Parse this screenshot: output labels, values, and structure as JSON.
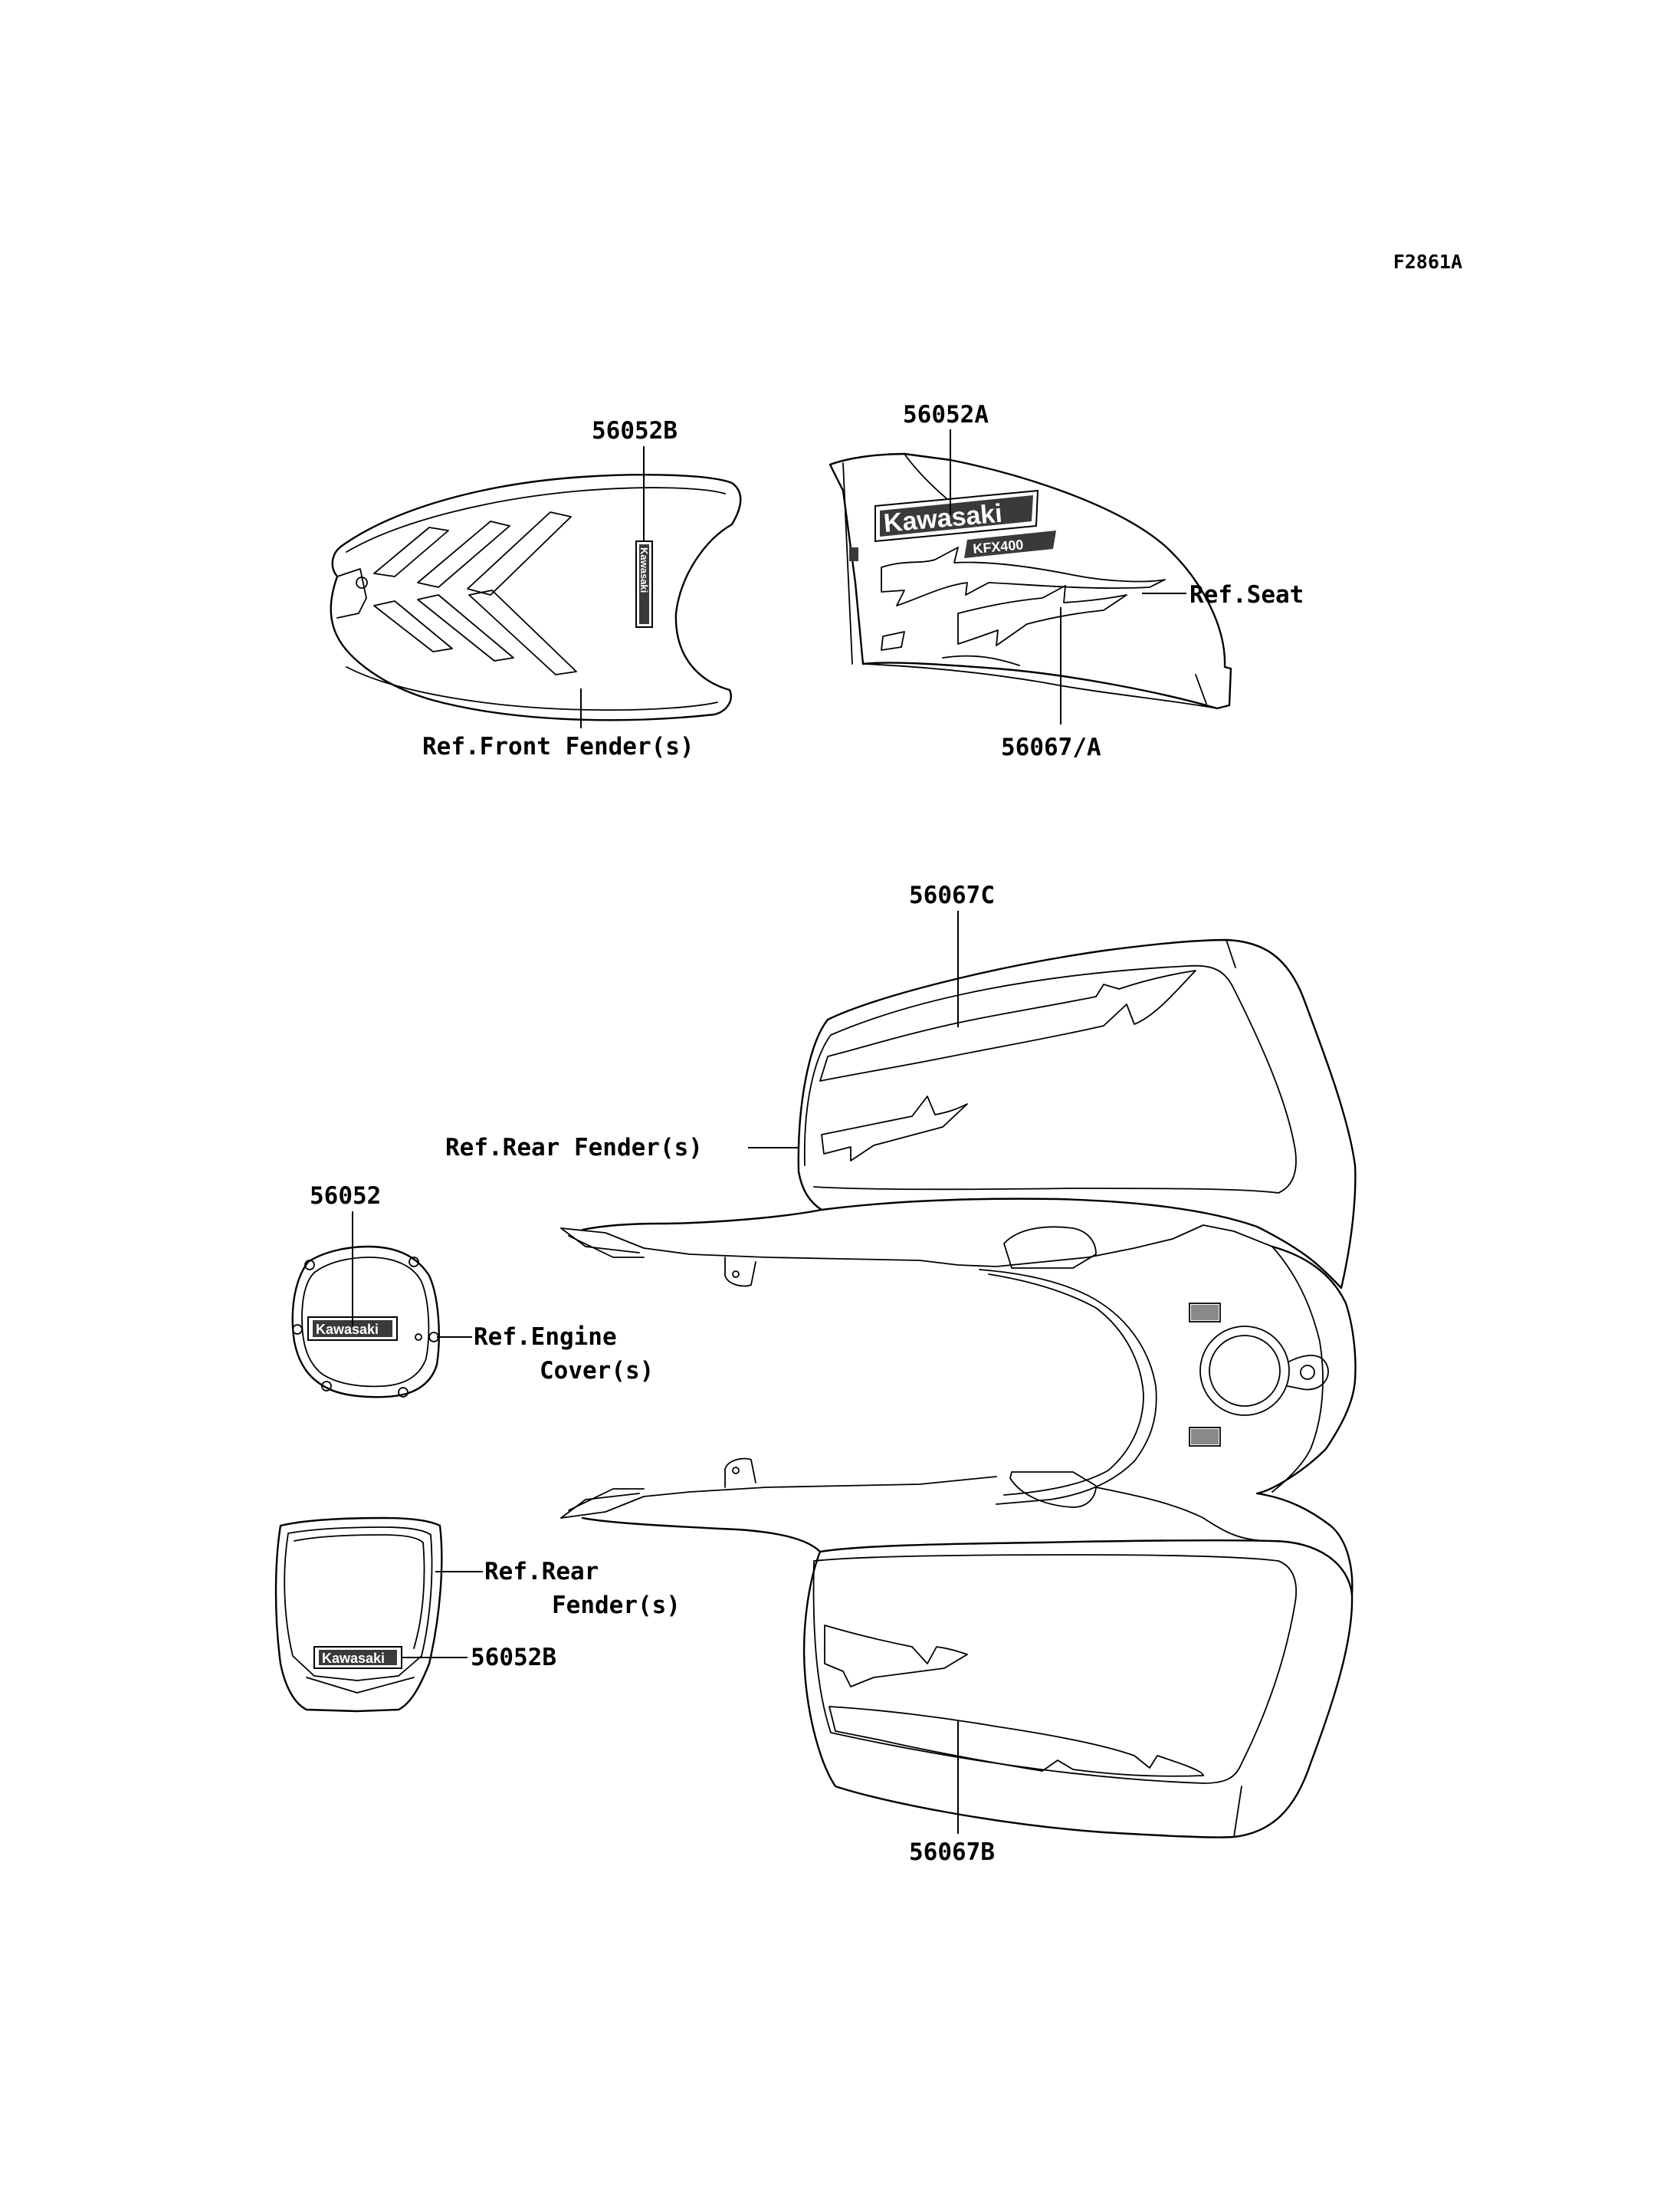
{
  "figure_code": "F2861A",
  "callouts": {
    "front_fender_decal": "56052B",
    "front_fender_ref": "Ref.Front Fender(s)",
    "seat_decal_kawasaki": "56052A",
    "seat_ref": "Ref.Seat",
    "seat_stripe": "56067/A",
    "rear_fender_upper_stripe": "56067C",
    "rear_fender_ref": "Ref.Rear Fender(s)",
    "engine_cover_emblem": "56052",
    "engine_cover_ref_line1": "Ref.Engine",
    "engine_cover_ref_line2": "Cover(s)",
    "rear_panel_ref_line1": "Ref.Rear",
    "rear_panel_ref_line2": "Fender(s)",
    "rear_panel_emblem": "56052B",
    "rear_fender_lower_stripe": "56067B"
  },
  "decals": {
    "brand": "Kawasaki",
    "model": "KFX400"
  },
  "colors": {
    "ink": "#000000",
    "paper": "#ffffff"
  }
}
